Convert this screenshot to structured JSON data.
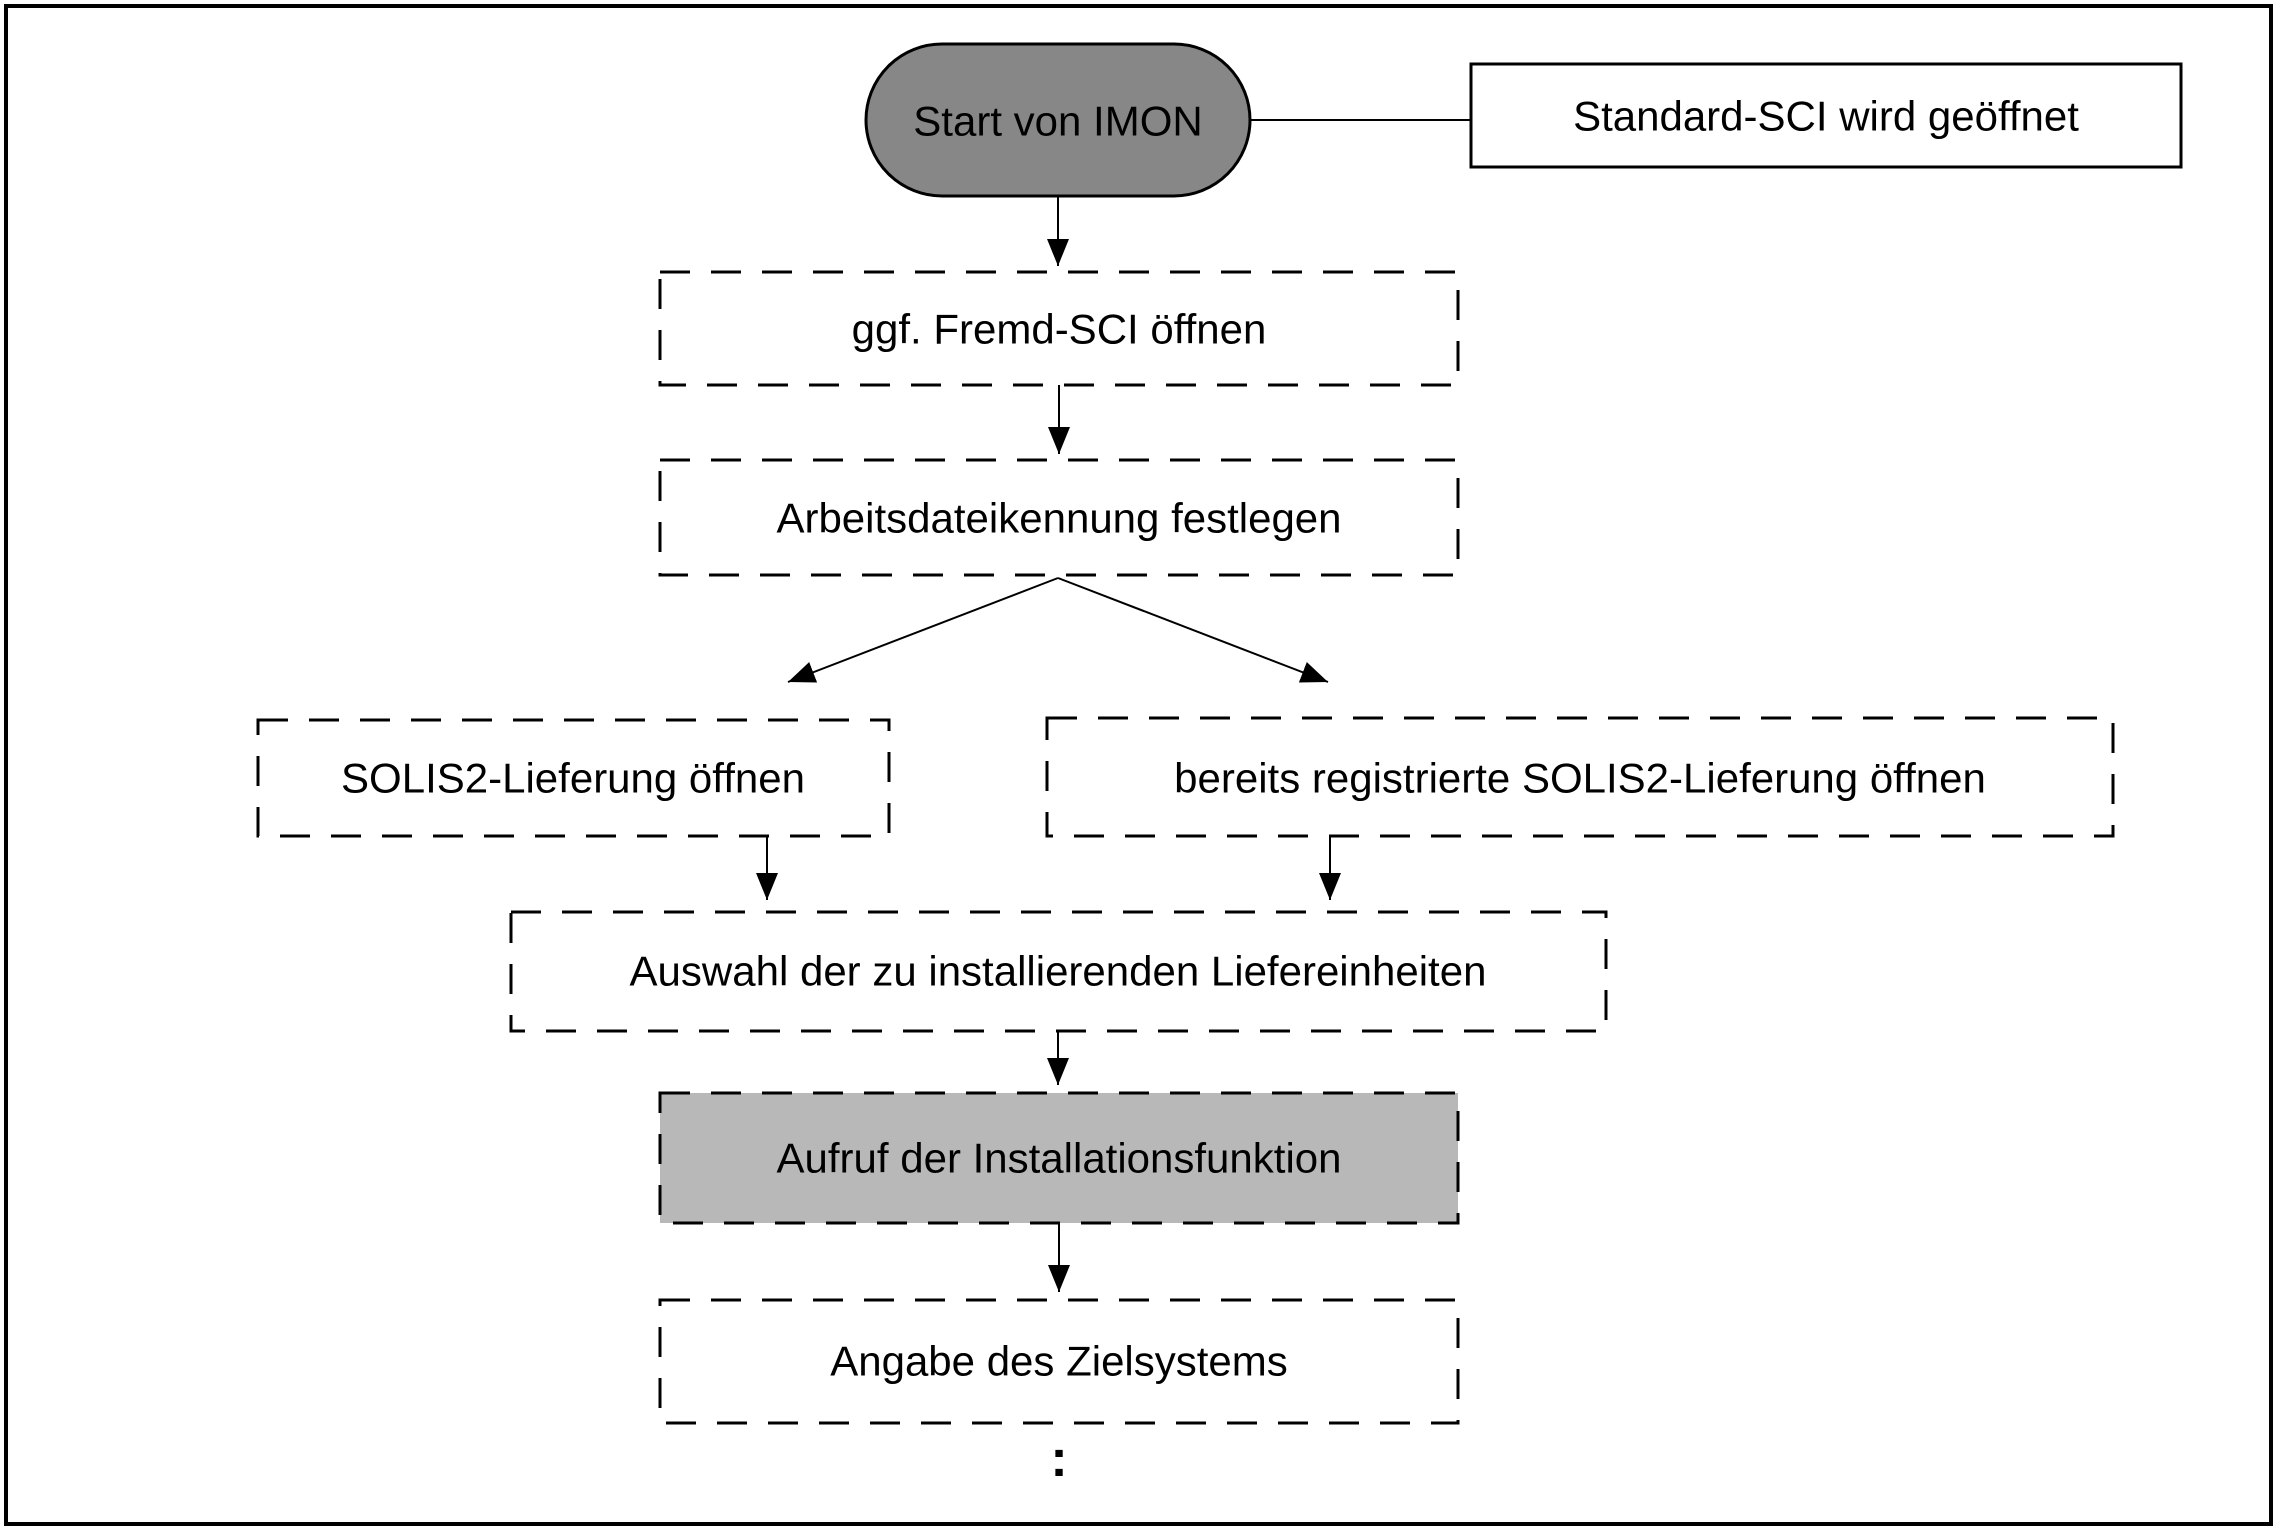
{
  "diagram_type": "flowchart",
  "colors": {
    "background": "#ffffff",
    "line": "#000000",
    "start_fill": "#878787",
    "highlight_fill": "#b8b8b8",
    "box_fill": "#ffffff"
  },
  "nodes": {
    "start": {
      "label": "Start von IMON"
    },
    "annotation": {
      "label": "Standard-SCI wird geöffnet"
    },
    "fremd_sci": {
      "label": "ggf. Fremd-SCI öffnen"
    },
    "arbeitsdatei": {
      "label": "Arbeitsdateikennung festlegen"
    },
    "solis_neu": {
      "label": "SOLIS2-Lieferung öffnen"
    },
    "solis_registriert": {
      "label": "bereits registrierte SOLIS2-Lieferung öffnen"
    },
    "auswahl": {
      "label": "Auswahl der zu installierenden Liefereinheiten"
    },
    "aufruf": {
      "label": "Aufruf der Installationsfunktion"
    },
    "zielsystem": {
      "label": "Angabe des Zielsystems"
    },
    "continuation": {
      "label": ":"
    }
  }
}
